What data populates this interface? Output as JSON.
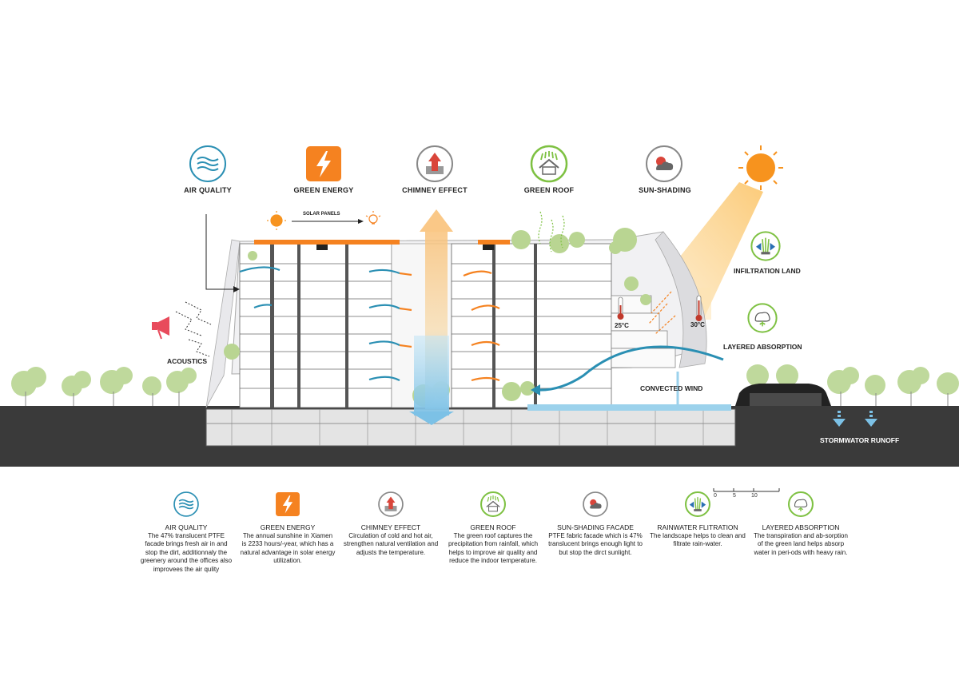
{
  "top_features": [
    {
      "label": "AIR QUALITY",
      "icon": "wind-icon"
    },
    {
      "label": "GREEN ENERGY",
      "icon": "lightning-icon"
    },
    {
      "label": "CHIMNEY EFFECT",
      "icon": "chimney-arrow-icon"
    },
    {
      "label": "GREEN ROOF",
      "icon": "green-roof-icon"
    },
    {
      "label": "SUN-SHADING",
      "icon": "sun-cloud-icon"
    }
  ],
  "side_labels": {
    "infiltration": "INFILTRATION LAND",
    "layered": "LAYERED ABSORPTION",
    "acoustics": "ACOUSTICS",
    "convected_wind": "CONVECTED WIND",
    "stormwater": "STORMWATOR RUNOFF",
    "solar_panels": "SOLAR PANELS"
  },
  "temperatures": {
    "inside": "25°C",
    "outside": "30°C"
  },
  "scale_bar": [
    "0",
    "5",
    "10"
  ],
  "legend": [
    {
      "title": "AIR QUALITY",
      "text": "The 47% translucent PTFE facade brings fresh air in and stop the dirt, additionnaly the greenery around the offices also improvees the air qulity",
      "icon": "wind-icon"
    },
    {
      "title": "GREEN ENERGY",
      "text": "The annual sunshine in Xiamen is 2233 hours/-year, which has a natural advantage in solar energy utilization.",
      "icon": "lightning-icon"
    },
    {
      "title": "CHIMNEY EFFECT",
      "text": "Circulation of cold and hot air, strengthen natural ventilation and  adjusts the temperature.",
      "icon": "chimney-arrow-icon"
    },
    {
      "title": "GREEN ROOF",
      "text": "The green roof  captures the precipitation from rainfall, which helps to improve air quality and reduce the indoor temperature.",
      "icon": "green-roof-icon"
    },
    {
      "title": "SUN-SHADING FACADE",
      "text": "PTFE fabric facade which is 47% translucent brings enough light to but stop the dirct sunlight.",
      "icon": "sun-cloud-icon"
    },
    {
      "title": "RAINWATER FLITRATION",
      "text": "The landscape helps to clean and filtrate rain-water.",
      "icon": "rainwater-filter-icon"
    },
    {
      "title": "LAYERED ABSORPTION",
      "text": "The transpiration and ab-sorption of the green land helps absorp water in peri-ods with heavy rain.",
      "icon": "layered-absorption-icon"
    }
  ],
  "colors": {
    "ground": "#3a3a3a",
    "tree": "#b7d28f",
    "accent_orange": "#f58220",
    "accent_blue": "#2a8fb3",
    "sun": "#f7931e",
    "beam": "#fbd38d"
  }
}
